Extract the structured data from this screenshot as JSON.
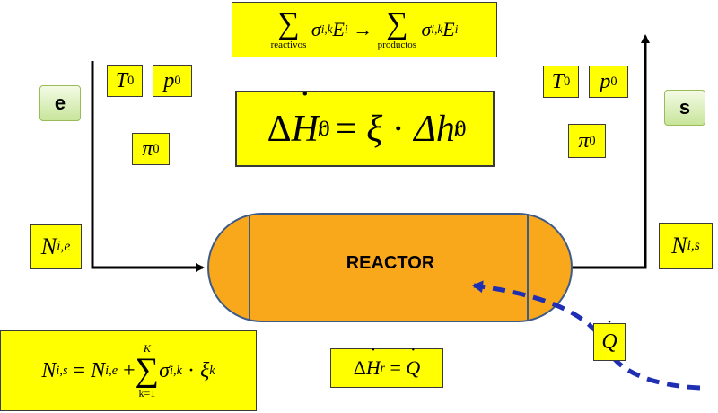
{
  "tags": {
    "inlet": "e",
    "outlet": "s"
  },
  "reactor": {
    "label": "REACTOR",
    "fill_color": "#f9a81c",
    "outline_color": "#3c5a8a"
  },
  "colors": {
    "box_fill": "#ffff00",
    "heat_arrow": "#1f2fb3",
    "flow_line": "#000000"
  },
  "inlet": {
    "temperature": "T",
    "temperature_sub": "0",
    "pressure": "p",
    "pressure_sub": "0",
    "pi": "π",
    "pi_sub": "0",
    "flow": "N",
    "flow_sub": "i,e"
  },
  "outlet": {
    "temperature": "T",
    "temperature_sub": "0",
    "pressure": "p",
    "pressure_sub": "0",
    "pi": "π",
    "pi_sub": "0",
    "flow": "N",
    "flow_sub": "i,s"
  },
  "equation_top": {
    "sum_symbol": "∑",
    "left_limit": "reactivos",
    "left_term": "σ",
    "left_term_sub": "i,k",
    "left_element": "E",
    "left_element_sub": "i",
    "arrow": "→",
    "right_limit": "productos",
    "right_term": "σ",
    "right_term_sub": "i,k",
    "right_element": "E",
    "right_element_sub": "i"
  },
  "equation_enthalpy": {
    "delta": "Δ",
    "H": "H",
    "H_sup": "0",
    "H_sub": "r",
    "equals": "=",
    "xi": "ξ",
    "cdot": "·",
    "h": "Δh",
    "h_sup": "0",
    "h_sub": "r"
  },
  "equation_balance": {
    "lhs": "N",
    "lhs_sub": "i,s",
    "equals": "=",
    "term1": "N",
    "term1_sub": "i,e",
    "plus": "+",
    "sum_upper": "K",
    "sum_symbol": "∑",
    "sum_lower": "k=1",
    "sigma": "σ",
    "sigma_sub": "i,k",
    "cdot": "·",
    "xi": "ξ",
    "xi_sub": "k"
  },
  "equation_heat": {
    "delta": "Δ",
    "H": "H",
    "H_sub": "r",
    "equals": "=",
    "Q": "Q"
  },
  "heat_label": {
    "Q": "Q"
  }
}
